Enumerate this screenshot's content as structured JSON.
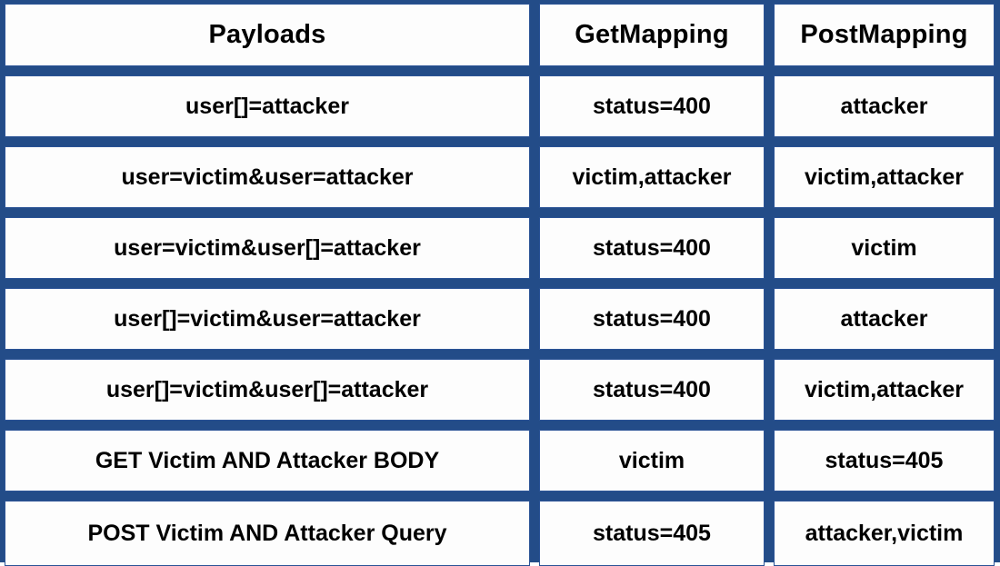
{
  "table": {
    "columns": [
      "Payloads",
      "GetMapping",
      "PostMapping"
    ],
    "rows": [
      {
        "payload": "user[]=attacker",
        "get_mapping": "status=400",
        "post_mapping": "attacker"
      },
      {
        "payload": "user=victim&user=attacker",
        "get_mapping": "victim,attacker",
        "post_mapping": "victim,attacker"
      },
      {
        "payload": "user=victim&user[]=attacker",
        "get_mapping": "status=400",
        "post_mapping": "victim"
      },
      {
        "payload": "user[]=victim&user=attacker",
        "get_mapping": "status=400",
        "post_mapping": "attacker"
      },
      {
        "payload": "user[]=victim&user[]=attacker",
        "get_mapping": "status=400",
        "post_mapping": "victim,attacker"
      },
      {
        "payload": "GET Victim AND Attacker BODY",
        "get_mapping": "victim",
        "post_mapping": "status=405"
      },
      {
        "payload": "POST Victim AND Attacker Query",
        "get_mapping": "status=405",
        "post_mapping": "attacker,victim"
      }
    ]
  },
  "colors": {
    "grid": "#234C88",
    "cell_background": "#FDFDFD",
    "cell_border": "#2B5396",
    "text": "#000000"
  }
}
